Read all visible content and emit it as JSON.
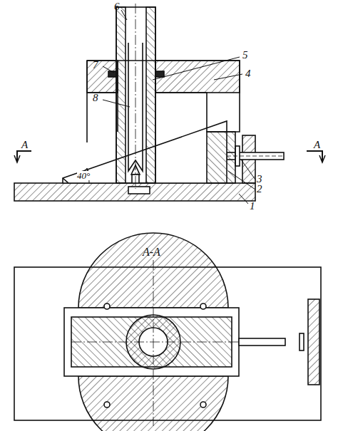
{
  "diagram": {
    "labels": [
      "6",
      "5",
      "7",
      "4",
      "8",
      "A",
      "A",
      "40°",
      "3",
      "2",
      "1",
      "A-A"
    ]
  }
}
